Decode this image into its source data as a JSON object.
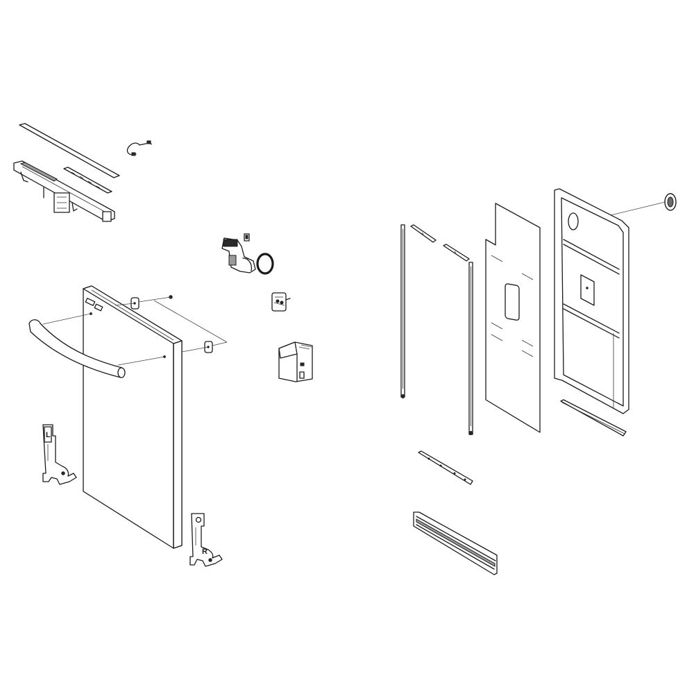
{
  "diagram": {
    "title": "",
    "background": "#ffffff",
    "line_color": "#1a1a1a",
    "parts": [
      {
        "id": "console-trim-strip",
        "desc": "Control panel trim strip"
      },
      {
        "id": "wire-harness",
        "desc": "Wire harness"
      },
      {
        "id": "user-interface-overlay",
        "desc": "Keypad / button strip"
      },
      {
        "id": "control-panel-console",
        "desc": "Control console housing"
      },
      {
        "id": "door-latch-assembly",
        "desc": "Door latch"
      },
      {
        "id": "latch-switch",
        "desc": "Latch switch"
      },
      {
        "id": "vent-gasket-ring",
        "desc": "O-ring gasket"
      },
      {
        "id": "rinse-aid-indicator",
        "desc": "Small sensor module"
      },
      {
        "id": "dispenser-module",
        "desc": "Detergent dispenser"
      },
      {
        "id": "outer-door-panel",
        "desc": "Outer door panel"
      },
      {
        "id": "door-handle",
        "desc": "Curved door handle"
      },
      {
        "id": "handle-spacer-top",
        "desc": "Handle spacer"
      },
      {
        "id": "handle-spacer-bottom",
        "desc": "Handle spacer"
      },
      {
        "id": "handle-screw",
        "desc": "Screw"
      },
      {
        "id": "hinge-left",
        "desc": "Left door hinge"
      },
      {
        "id": "hinge-right",
        "desc": "Right door hinge"
      },
      {
        "id": "side-trim-rail-left",
        "desc": "Left side rail"
      },
      {
        "id": "side-trim-rail-right",
        "desc": "Right side rail"
      },
      {
        "id": "top-bracket-left",
        "desc": "Top bracket"
      },
      {
        "id": "top-bracket-right",
        "desc": "Top bracket"
      },
      {
        "id": "door-insulation-sheet",
        "desc": "Insulation / vapor barrier"
      },
      {
        "id": "inner-door-liner",
        "desc": "Inner door liner"
      },
      {
        "id": "vent-cap",
        "desc": "Vent cap"
      },
      {
        "id": "door-bottom-seal",
        "desc": "Bottom door seal"
      },
      {
        "id": "mounting-bracket",
        "desc": "Lower mounting bracket"
      },
      {
        "id": "kick-plate-channel",
        "desc": "Toe kick channel"
      }
    ],
    "stamps": {
      "hinge_left": "L",
      "hinge_right": "R"
    }
  }
}
